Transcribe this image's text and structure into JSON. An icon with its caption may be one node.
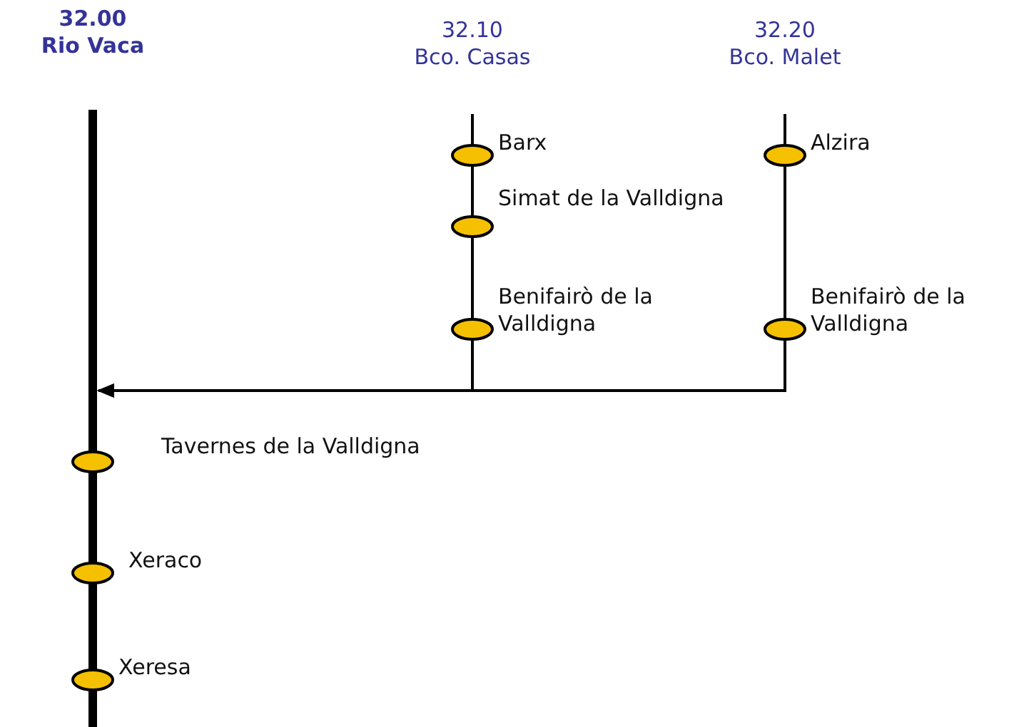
{
  "diagram": {
    "nodes": [
      {
        "text": [
          "32.00",
          "Rio Vaca"
        ]
      },
      {
        "text": [
          "32.10",
          "Bco. Casas"
        ]
      },
      {
        "text": [
          "32.20",
          "Bco. Malet"
        ]
      },
      {
        "text": [],
        "shape": "circle",
        "beside": [
          "Barx"
        ]
      },
      {
        "text": [],
        "shape": "circle",
        "beside": [
          "Simat de la Valldigna"
        ]
      },
      {
        "text": [],
        "shape": "circle",
        "beside": [
          "Benifairò de la Valldigna"
        ]
      },
      {
        "text": [],
        "shape": "circle",
        "beside": [
          "Alzira"
        ]
      },
      {
        "text": [],
        "shape": "circle",
        "beside": [
          "Benifairò de la Valldigna"
        ]
      },
      {
        "text": [],
        "shape": "circle",
        "beside": [
          "Tavernes de la Valldigna"
        ]
      },
      {
        "text": [],
        "shape": "circle",
        "beside": [
          "Xeraco"
        ]
      },
      {
        "text": [],
        "shape": "circle",
        "beside": [
          "Xeresa"
        ]
      }
    ],
    "edges": [
      {
        "from": null,
        "to": 3,
        "arrow": "none"
      },
      {
        "from": 3,
        "to": 4,
        "arrow": "none"
      },
      {
        "from": 4,
        "to": 5,
        "arrow": "none"
      },
      {
        "from": 5,
        "to": null,
        "arrow": "to"
      },
      {
        "from": null,
        "to": 6,
        "arrow": "none"
      },
      {
        "from": 6,
        "to": 7,
        "arrow": "none"
      },
      {
        "from": 7,
        "to": null,
        "arrow": "to"
      },
      {
        "from": null,
        "to": 8,
        "arrow": "none",
        "style": "thick"
      },
      {
        "from": 8,
        "to": 9,
        "arrow": "none",
        "style": "thick"
      },
      {
        "from": 9,
        "to": 10,
        "arrow": "none",
        "style": "thick"
      },
      {
        "from": 10,
        "to": null,
        "arrow": "none",
        "style": "thick"
      }
    ]
  }
}
